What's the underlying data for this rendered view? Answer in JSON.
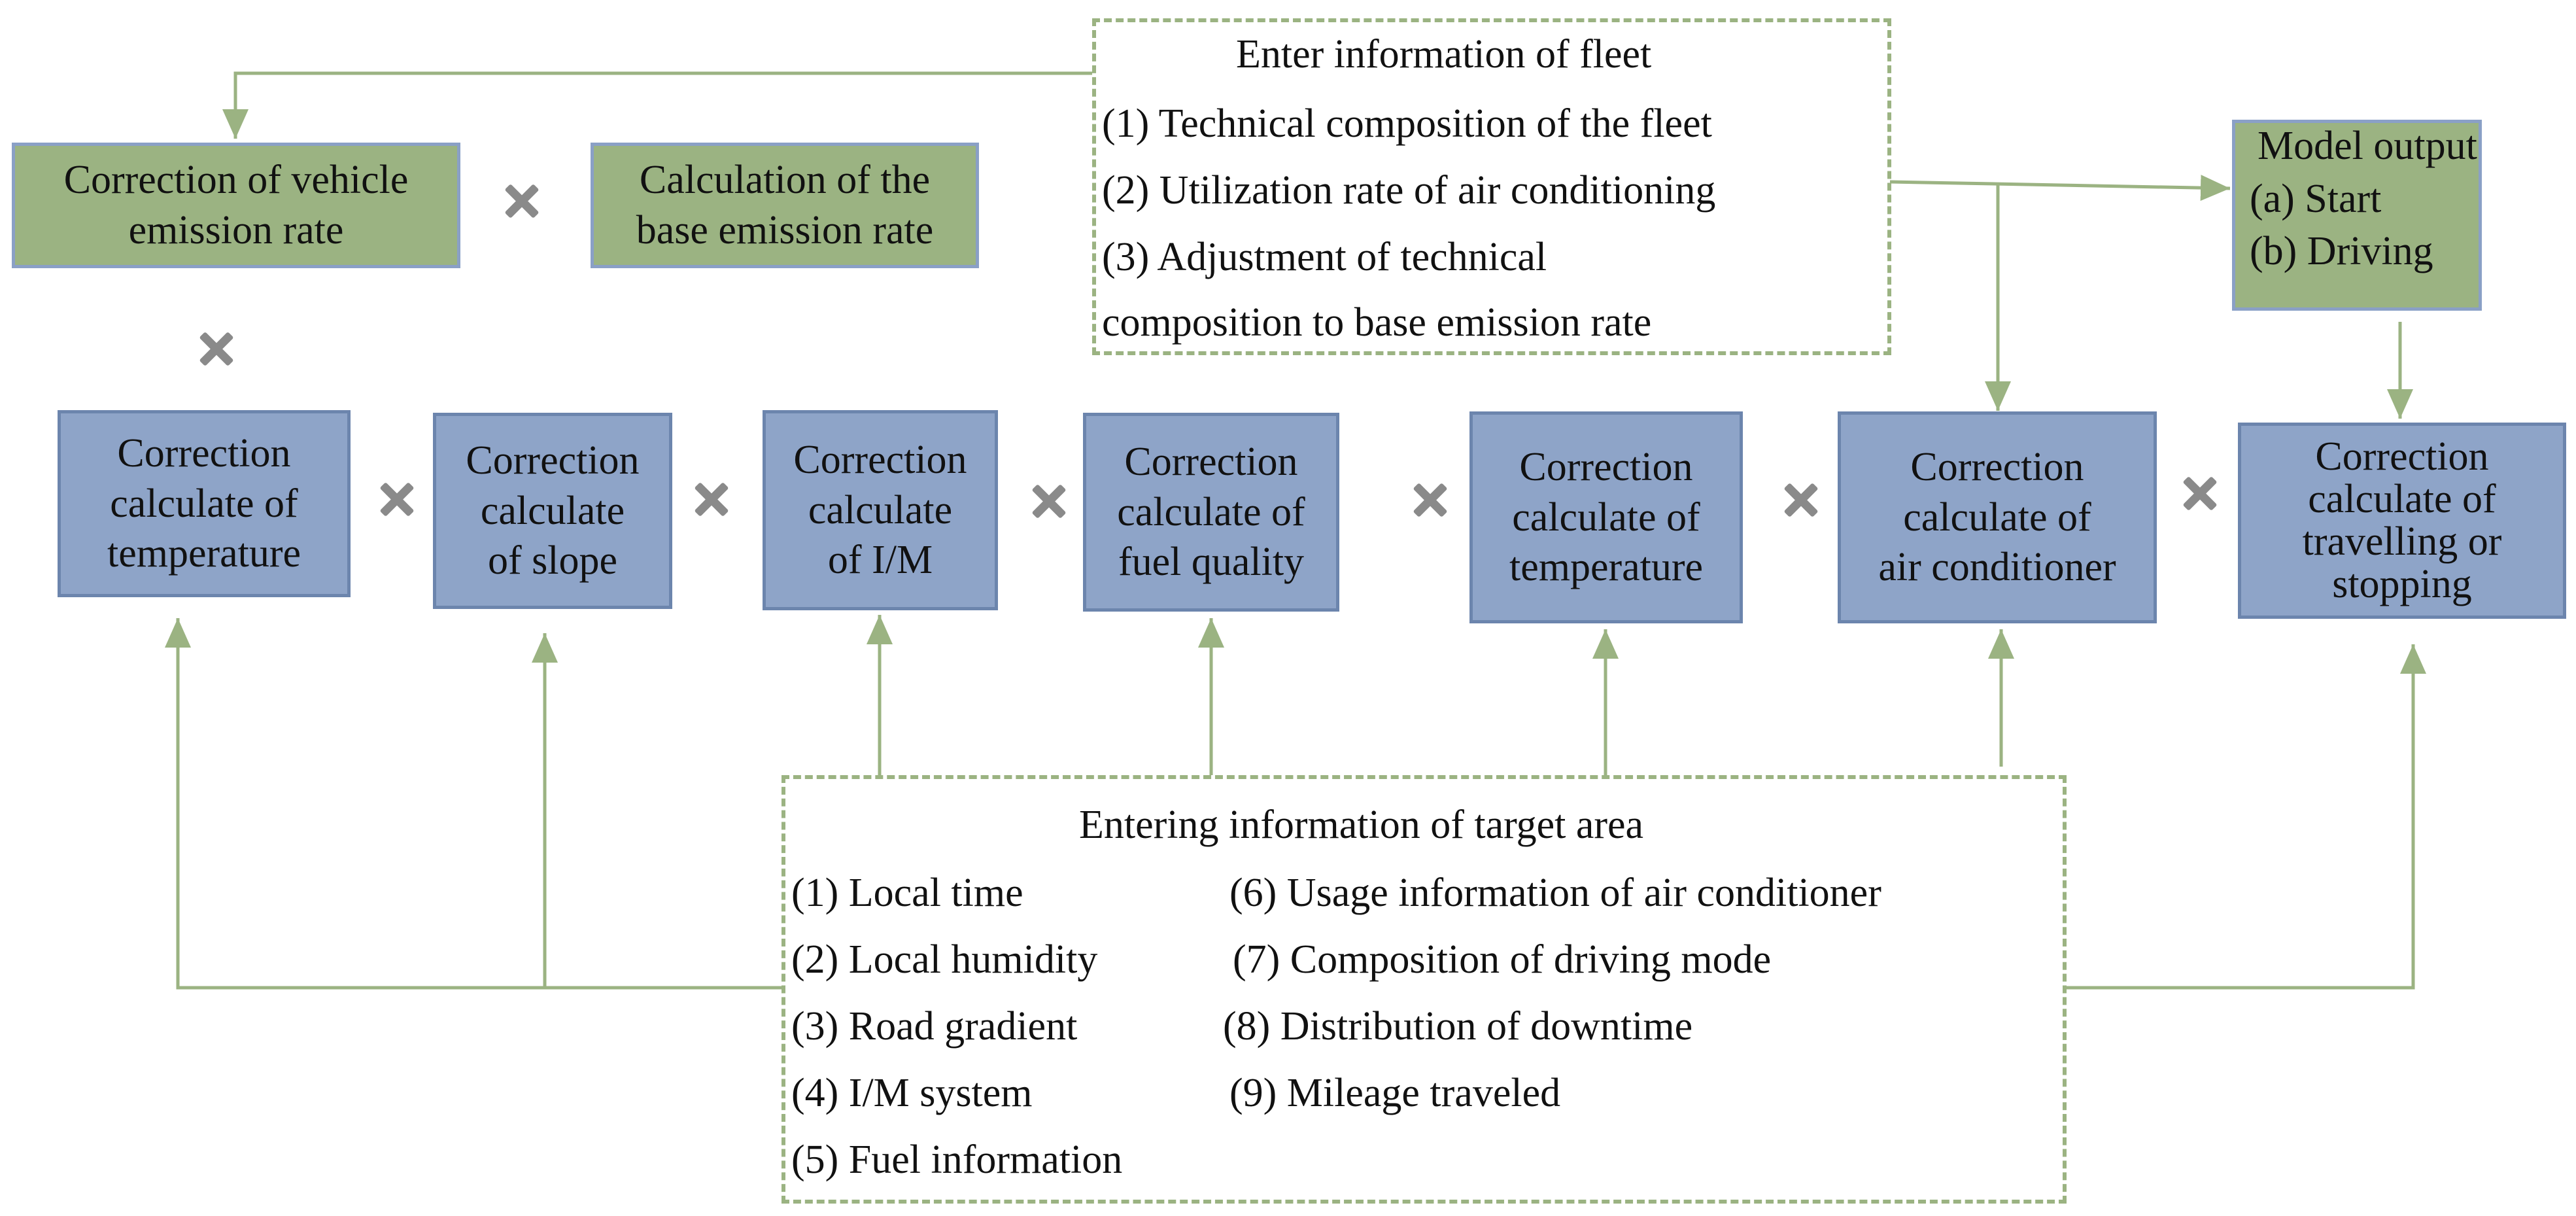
{
  "fleet_box": {
    "title": "Enter information of fleet",
    "lines": [
      "(1) Technical composition of the fleet",
      "(2) Utilization rate of air conditioning",
      "(3) Adjustment of technical",
      "composition to base emission rate"
    ]
  },
  "top_boxes": {
    "vehicle_correction": [
      "Correction of vehicle",
      "emission rate"
    ],
    "base_rate": [
      "Calculation of the",
      "base emission rate"
    ]
  },
  "model_output": {
    "title": "Model output",
    "items": [
      "(a) Start",
      "(b) Driving"
    ]
  },
  "correction_boxes": [
    {
      "lines": [
        "Correction",
        "calculate of",
        "temperature"
      ]
    },
    {
      "lines": [
        "Correction",
        "calculate",
        "of slope"
      ]
    },
    {
      "lines": [
        "Correction",
        "calculate",
        "of I/M"
      ]
    },
    {
      "lines": [
        "Correction",
        "calculate of",
        "fuel quality"
      ]
    },
    {
      "lines": [
        "Correction",
        "calculate of",
        "temperature"
      ]
    },
    {
      "lines": [
        "Correction",
        "calculate of",
        "air conditioner"
      ]
    },
    {
      "lines": [
        "Correction",
        "calculate of",
        "travelling or",
        "stopping"
      ]
    }
  ],
  "operator_symbol": "multiply-icon",
  "area_box": {
    "title": "Entering information of target area",
    "left_items": [
      "(1) Local time",
      "(2) Local humidity",
      "(3) Road gradient",
      "(4) I/M system",
      "(5) Fuel information"
    ],
    "right_items": [
      "(6)  Usage information of air conditioner",
      "(7) Composition of driving mode",
      "(8) Distribution of downtime",
      "(9) Mileage traveled"
    ]
  },
  "colors": {
    "blue_box": "#8ea4c8",
    "green_box": "#9bb382",
    "connector": "#9bb382",
    "operator": "#8a8a8a"
  }
}
